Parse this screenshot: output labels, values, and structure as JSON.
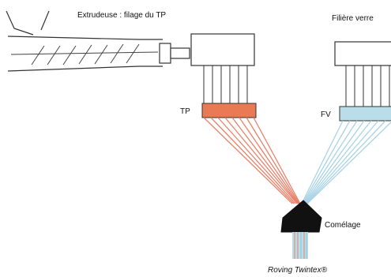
{
  "labels": {
    "extruder_title": "Extrudeuse : filage du TP",
    "glass_die_title": "Filière verre",
    "tp_label": "TP",
    "fv_label": "FV",
    "commingling_label": "Comélage",
    "product_label": "Roving Twintex®"
  },
  "colors": {
    "tp_fibre": "#e8826a",
    "tp_block": "#ea7a54",
    "fv_fibre": "#a9d3e6",
    "fv_block": "#b9dde9",
    "line": "#333333",
    "cone": "#111111"
  }
}
